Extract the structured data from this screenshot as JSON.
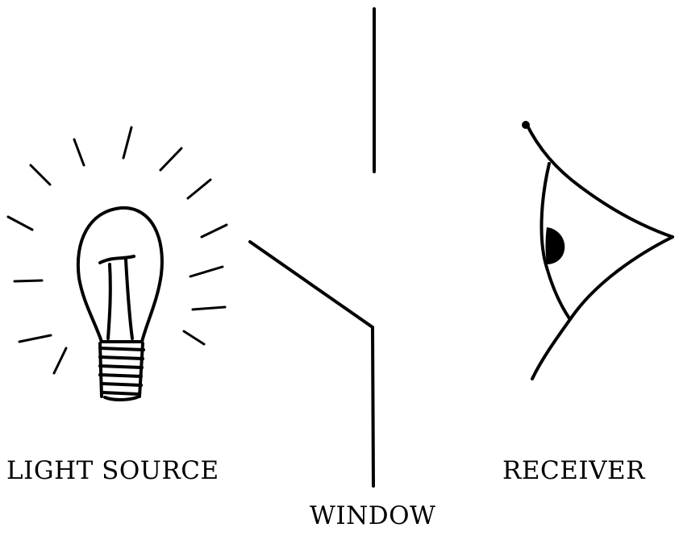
{
  "diagram": {
    "labels": {
      "light_source": "LIGHT SOURCE",
      "window": "WINDOW",
      "receiver": "RECEIVER"
    },
    "icons": {
      "light_source": "light-bulb-icon",
      "receiver": "eye-icon"
    },
    "colors": {
      "ink": "#000000",
      "background": "#ffffff"
    }
  }
}
